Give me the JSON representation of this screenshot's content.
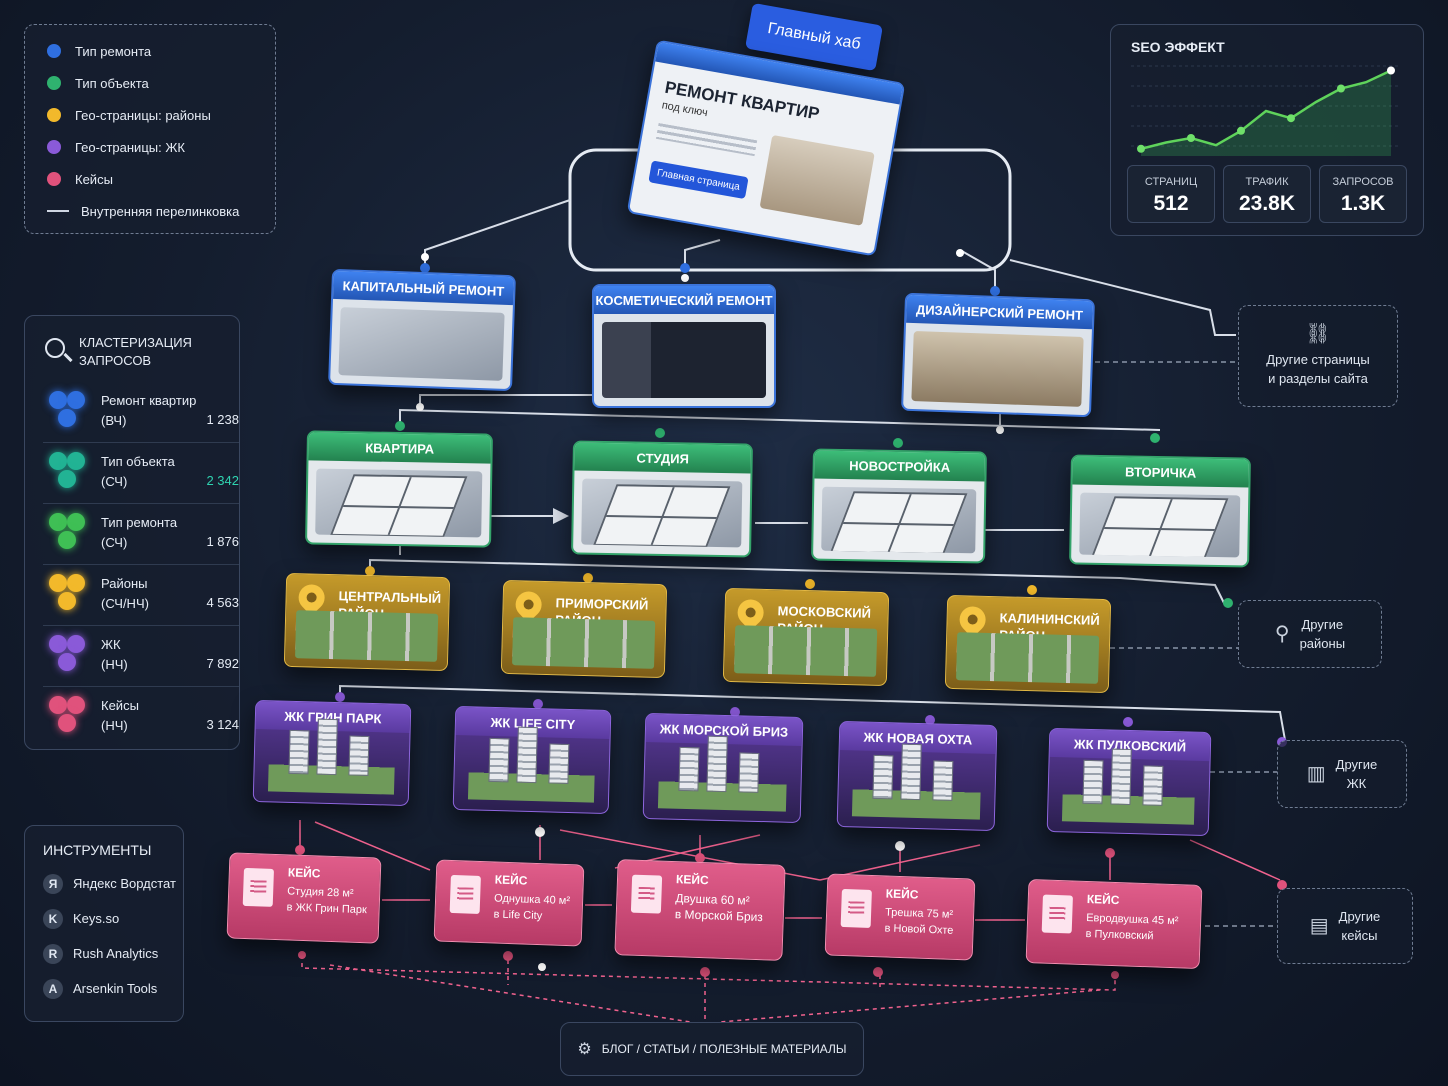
{
  "legend": [
    {
      "label": "Тип ремонта",
      "color": "#2f6fe0"
    },
    {
      "label": "Тип объекта",
      "color": "#2fb26f"
    },
    {
      "label": "Гео-страницы: районы",
      "color": "#f2b92b"
    },
    {
      "label": "Гео-страницы: ЖК",
      "color": "#8a5ad8"
    },
    {
      "label": "Кейсы",
      "color": "#e0527c"
    },
    {
      "label": "Внутренняя перелинковка"
    }
  ],
  "clusters": {
    "title": "КЛАСТЕРИЗАЦИЯ ЗАПРОСОВ",
    "items": [
      {
        "name": "Ремонт квартир",
        "freq": "(ВЧ)",
        "value": "1 238",
        "color": "#2f6fe0"
      },
      {
        "name": "Тип объекта",
        "freq": "(СЧ)",
        "value": "2 342",
        "color": "#22b394"
      },
      {
        "name": "Тип ремонта",
        "freq": "(СЧ)",
        "value": "1 876",
        "color": "#3fbf55"
      },
      {
        "name": "Районы",
        "freq": "(СЧ/НЧ)",
        "value": "4 563",
        "color": "#f2b92b"
      },
      {
        "name": "ЖК",
        "freq": "(НЧ)",
        "value": "7 892",
        "color": "#8a5ad8"
      },
      {
        "name": "Кейсы",
        "freq": "(НЧ)",
        "value": "3 124",
        "color": "#e0527c"
      }
    ]
  },
  "tools": {
    "title": "ИНСТРУМЕНТЫ",
    "items": [
      {
        "label": "Яндекс Вордстат",
        "icon": "Я"
      },
      {
        "label": "Keys.so",
        "icon": "K"
      },
      {
        "label": "Rush Analytics",
        "icon": "R"
      },
      {
        "label": "Arsenkin Tools",
        "icon": "A"
      }
    ]
  },
  "hub": {
    "badge": "Главный хаб",
    "title": "РЕМОНТ КВАРТИР",
    "subtitle": "под ключ",
    "button": "Главная страница"
  },
  "seo": {
    "title": "SEO ЭФФЕКТ",
    "trend": [
      0.08,
      0.15,
      0.2,
      0.12,
      0.28,
      0.5,
      0.42,
      0.6,
      0.75,
      0.82,
      0.95
    ],
    "stats": [
      {
        "label": "СТРАНИЦ",
        "value": "512"
      },
      {
        "label": "ТРАФИК",
        "value": "23.8K"
      },
      {
        "label": "ЗАПРОСОВ",
        "value": "1.3K"
      }
    ]
  },
  "repair_types": [
    "КАПИТАЛЬНЫЙ РЕМОНТ",
    "КОСМЕТИЧЕСКИЙ РЕМОНТ",
    "ДИЗАЙНЕРСКИЙ РЕМОНТ"
  ],
  "object_types": [
    "КВАРТИРА",
    "СТУДИЯ",
    "НОВОСТРОЙКА",
    "ВТОРИЧКА"
  ],
  "districts": [
    [
      "ЦЕНТРАЛЬНЫЙ",
      "РАЙОН"
    ],
    [
      "ПРИМОРСКИЙ",
      "РАЙОН"
    ],
    [
      "МОСКОВСКИЙ",
      "РАЙОН"
    ],
    [
      "КАЛИНИНСКИЙ",
      "РАЙОН"
    ]
  ],
  "complexes": [
    "ЖК ГРИН ПАРК",
    "ЖК LIFE CITY",
    "ЖК МОРСКОЙ БРИЗ",
    "ЖК НОВАЯ ОХТА",
    "ЖК ПУЛКОВСКИЙ"
  ],
  "cases": [
    {
      "title": "КЕЙС",
      "line1": "Студия 28 м²",
      "line2": "в ЖК Грин Парк"
    },
    {
      "title": "КЕЙС",
      "line1": "Однушка 40 м²",
      "line2": "в Life City"
    },
    {
      "title": "КЕЙС",
      "line1": "Двушка 60 м²",
      "line2": "в Морской Бриз"
    },
    {
      "title": "КЕЙС",
      "line1": "Трешка 75 м²",
      "line2": "в Новой Охте"
    },
    {
      "title": "КЕЙС",
      "line1": "Евродвушка 45 м²",
      "line2": "в Пулковский"
    }
  ],
  "others": {
    "pages": [
      "Другие страницы",
      "и разделы сайта"
    ],
    "districts": [
      "Другие",
      "районы"
    ],
    "complexes": [
      "Другие",
      "ЖК"
    ],
    "cases": [
      "Другие",
      "кейсы"
    ]
  },
  "blog": "БЛОГ / СТАТЬИ / ПОЛЕЗНЫЕ МАТЕРИАЛЫ"
}
